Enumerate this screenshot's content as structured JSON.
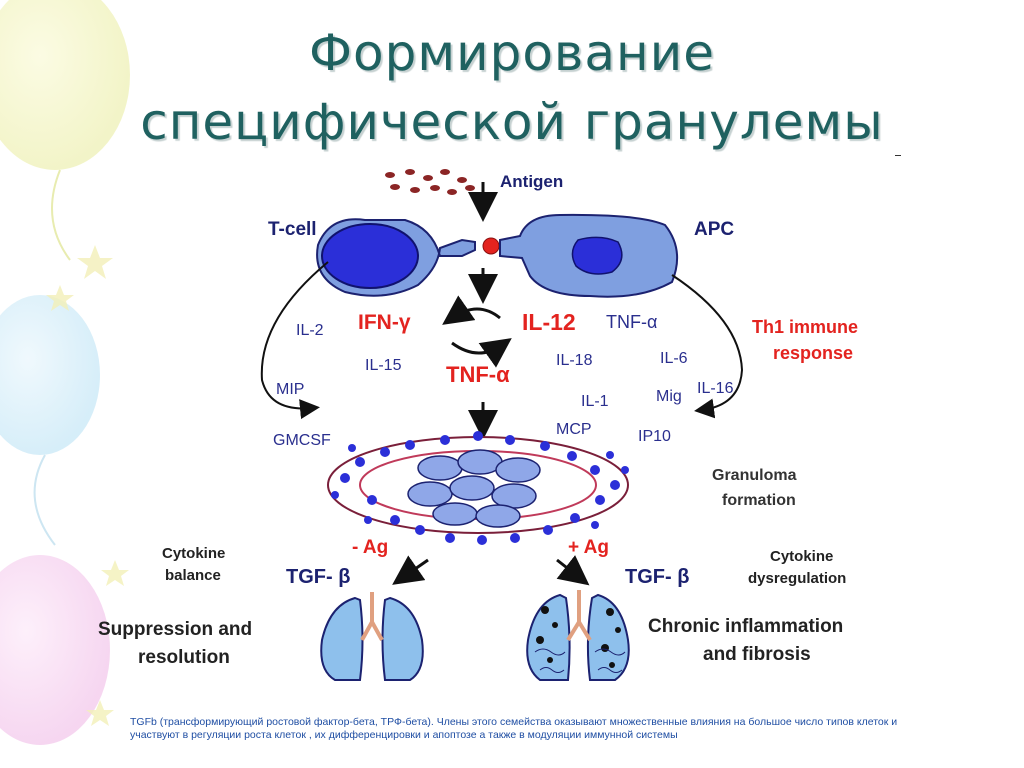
{
  "title": {
    "line1": "Формирование",
    "line2": "специфической гранулемы"
  },
  "diagram": {
    "antigen": "Antigen",
    "t_cell": "T-cell",
    "apc": "APC",
    "ifn_gamma": "IFN-γ",
    "il12": "IL-12",
    "tnf_alpha_small": "TNF-α",
    "il2": "IL-2",
    "il15": "IL-15",
    "tnf_alpha_big": "TNF-α",
    "il18": "IL-18",
    "il6": "IL-6",
    "th1_line1": "Th1 immune",
    "th1_line2": "response",
    "mip": "MIP",
    "il1": "IL-1",
    "mig": "Mig",
    "il16": "IL-16",
    "gmcsf": "GMCSF",
    "mcp": "MCP",
    "ip10": "IP10",
    "granuloma_line1": "Granuloma",
    "granuloma_line2": "formation",
    "minus_ag": "- Ag",
    "plus_ag": "+ Ag",
    "cytokine_balance_line1": "Cytokine",
    "cytokine_balance_line2": "balance",
    "cytokine_dysreg_line1": "Cytokine",
    "cytokine_dysreg_line2": "dysregulation",
    "tgf_left": "TGF- β",
    "tgf_right": "TGF- β",
    "suppression_line1": "Suppression and",
    "suppression_line2": "resolution",
    "chronic_line1": "Chronic inflammation",
    "chronic_line2": "and fibrosis"
  },
  "footnote": "TGFb (трансформирующий ростовой фактор-бета, ТРФ-бета). Члены этого семейства оказывают множественные влияния на большое число типов клеток и участвуют в регуляции роста клеток , их дифференцировки и апоптозе а также в модуляции иммунной системы",
  "colors": {
    "title": "#1f6160",
    "navy_label": "#1c2270",
    "red_label": "#e3231f",
    "cell_fill": "#7f9fe0",
    "nucleus": "#2b2fd8",
    "lung_fill": "#8ec0ec",
    "footnote": "#1f4ea3"
  }
}
